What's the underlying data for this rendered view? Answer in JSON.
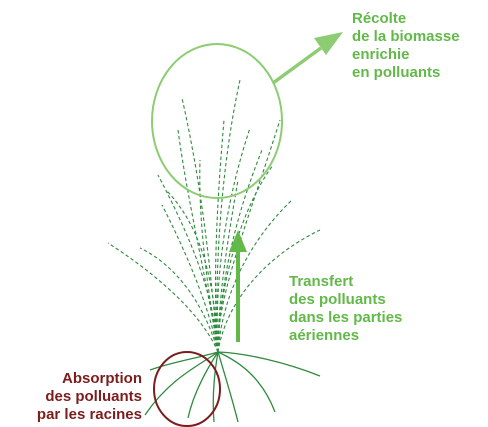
{
  "labels": {
    "harvest": [
      "Récolte",
      "de la biomasse",
      "enrichie",
      "en polluants"
    ],
    "transfer": [
      "Transfert",
      "des polluants",
      "dans les parties",
      "aériennes"
    ],
    "absorption": [
      "Absorption",
      "des polluants",
      "par les racines"
    ]
  },
  "colors": {
    "green_label": "#63b84a",
    "light_green": "#8dcc73",
    "dark_red": "#7b1d1d",
    "plant_line": "#2f8a3e"
  }
}
